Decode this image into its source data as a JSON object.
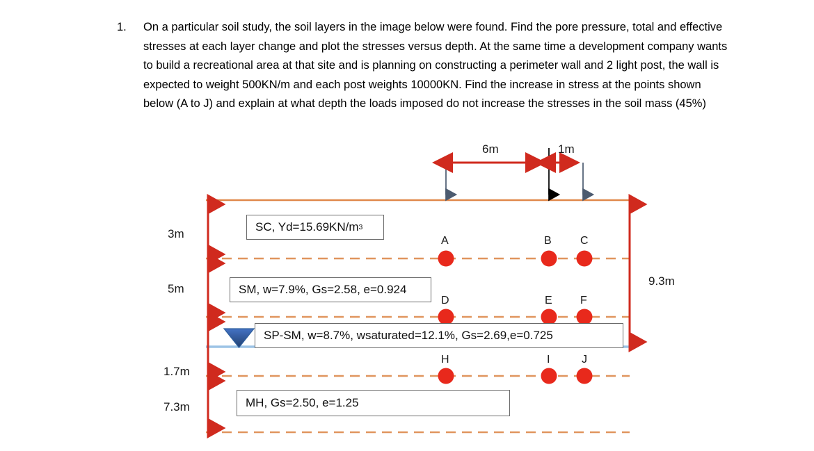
{
  "question": {
    "number": "1.",
    "text": "On a particular soil study, the soil layers in the image below were found. Find the pore pressure, total and effective stresses at each layer change and plot the stresses versus depth. At the same time a development company wants to build a recreational area at that site and is planning on constructing a perimeter wall and 2 light post, the wall is expected to weight 500KN/m and each post weights 10000KN. Find the increase in stress at the points shown below (A to J) and explain at what depth the loads imposed do not increase the stresses in the soil mass (45%)"
  },
  "diagram": {
    "top_dimensions": [
      {
        "label": "6m"
      },
      {
        "label": "1m"
      }
    ],
    "depth_dimensions": [
      {
        "label": "3m"
      },
      {
        "label": "5m"
      },
      {
        "label": "1.7m"
      },
      {
        "label": "7.3m"
      }
    ],
    "right_dimension": {
      "label": "9.3m"
    },
    "soil_layers": [
      {
        "id": "layer-sc",
        "prefix": "SC, Yd=15.69KN/m",
        "sup": "3",
        "suffix": ""
      },
      {
        "id": "layer-sm",
        "prefix": "SM, w=7.9%, Gs=2.58, e=0.924",
        "sup": "",
        "suffix": ""
      },
      {
        "id": "layer-spsm",
        "prefix": "SP-SM, w=8.7%, wsaturated=12.1%, Gs=2.69,e=0.725",
        "sup": "",
        "suffix": ""
      },
      {
        "id": "layer-mh",
        "prefix": "MH, Gs=2.50, e=1.25",
        "sup": "",
        "suffix": ""
      }
    ],
    "points": [
      {
        "id": "A",
        "label": "A"
      },
      {
        "id": "B",
        "label": "B"
      },
      {
        "id": "C",
        "label": "C"
      },
      {
        "id": "D",
        "label": "D"
      },
      {
        "id": "E",
        "label": "E"
      },
      {
        "id": "F",
        "label": "F"
      },
      {
        "id": "H",
        "label": "H"
      },
      {
        "id": "I",
        "label": "I"
      },
      {
        "id": "J",
        "label": "J"
      }
    ],
    "colors": {
      "ground_line": "#E0884A",
      "layer_dash": "#E0955E",
      "dimension_red": "#D02A1E",
      "point_red": "#E8291C",
      "water_line": "#9CC3E5",
      "water_triangle": "#2E5F9E",
      "load_arrow_dark": "#4C5B70",
      "load_arrow_black": "#000000",
      "box_border": "#6B6B6B"
    }
  }
}
